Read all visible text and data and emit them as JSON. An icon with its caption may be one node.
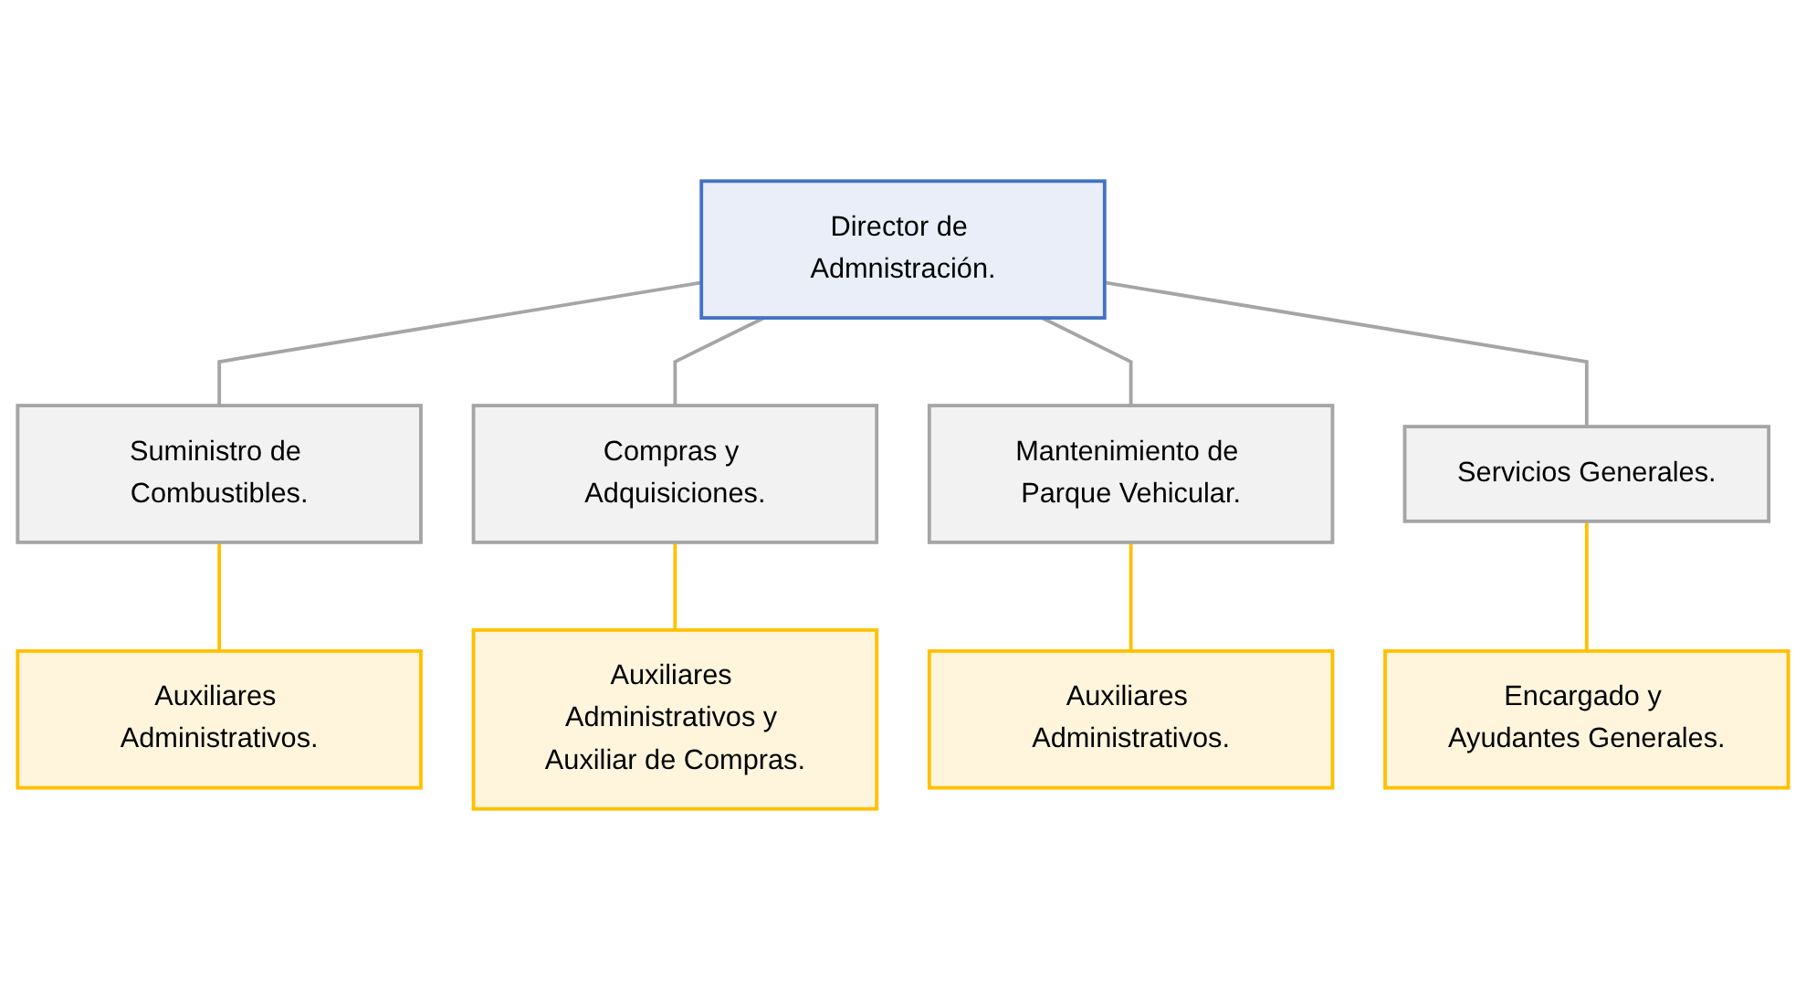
{
  "diagram": {
    "nodes": [
      {
        "text": [
          "Director de Admnistración."
        ]
      },
      {
        "text": [
          "Suministro de Combustibles."
        ]
      },
      {
        "text": [
          "Compras y Adquisiciones."
        ]
      },
      {
        "text": [
          "Mantenimiento de Parque Vehicular."
        ]
      },
      {
        "text": [
          "Servicios Generales."
        ]
      },
      {
        "text": [
          "Auxiliares Administrativos."
        ]
      },
      {
        "text": [
          "Auxiliares Administrativos y Auxiliar de Compras."
        ]
      },
      {
        "text": [
          "Auxiliares Administrativos."
        ]
      },
      {
        "text": [
          "Encargado y Ayudantes Generales."
        ]
      }
    ],
    "edges": [
      {
        "from": 0,
        "to": 1,
        "arrow": "none",
        "color": "#a5a5a5"
      },
      {
        "from": 0,
        "to": 2,
        "arrow": "none",
        "color": "#a5a5a5"
      },
      {
        "from": 0,
        "to": 3,
        "arrow": "none",
        "color": "#a5a5a5"
      },
      {
        "from": 0,
        "to": 4,
        "arrow": "none",
        "color": "#a5a5a5"
      },
      {
        "from": 1,
        "to": 5,
        "arrow": "none",
        "color": "#ffc000"
      },
      {
        "from": 2,
        "to": 6,
        "arrow": "none",
        "color": "#ffc000"
      },
      {
        "from": 3,
        "to": 7,
        "arrow": "none",
        "color": "#ffc000"
      },
      {
        "from": 4,
        "to": 8,
        "arrow": "none",
        "color": "#ffc000"
      }
    ]
  }
}
